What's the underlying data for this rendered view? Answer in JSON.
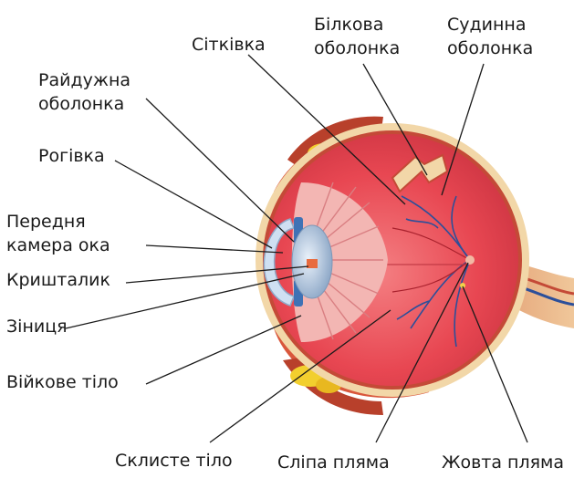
{
  "labels": {
    "sclera": [
      "Білкова",
      "оболонка"
    ],
    "choroid": [
      "Судинна",
      "оболонка"
    ],
    "retina": "Сітківка",
    "iris": [
      "Райдужна",
      "оболонка"
    ],
    "cornea": "Рогівка",
    "anterior_chamber": [
      "Передня",
      "камера ока"
    ],
    "lens": "Кришталик",
    "pupil": "Зіниця",
    "ciliary_body": "Війкове тіло",
    "vitreous_body": "Склисте тіло",
    "blind_spot": "Сліпа пляма",
    "yellow_spot": "Жовта пляма"
  },
  "colors": {
    "outer_muscle": "#d9573c",
    "sclera": "#f2d7a8",
    "choroid": "#c44a37",
    "eyeball_interior": "#e84752",
    "vessels": "#2c4f9a",
    "ciliary": "#f3b6b3",
    "lens": "#b9cde3",
    "cornea": "#cfe0f2",
    "fat": "#f2cf2e",
    "leader_line": "#1a1a1a"
  }
}
